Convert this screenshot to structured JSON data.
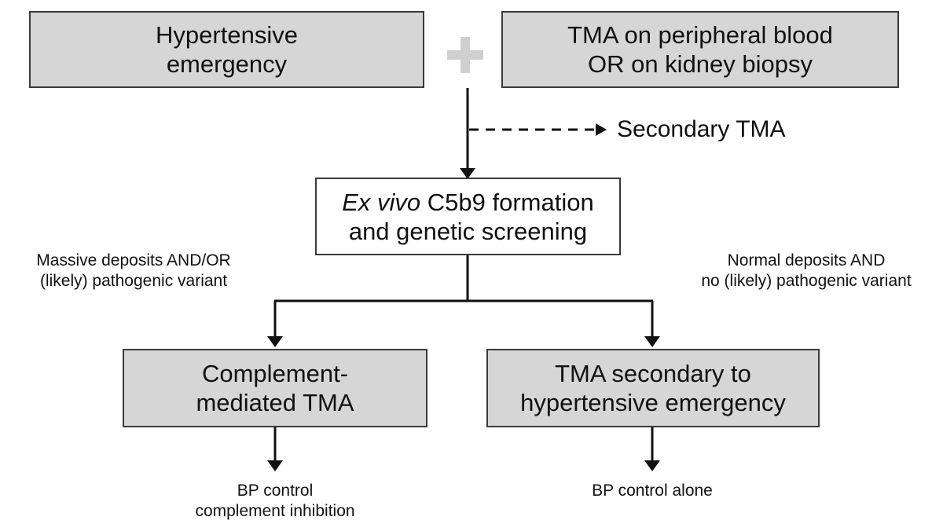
{
  "boxes": {
    "hypertensive_emergency": [
      "Hypertensive",
      "emergency"
    ],
    "tma_blood_biopsy": [
      "TMA on peripheral blood",
      "OR on kidney biopsy"
    ],
    "ex_vivo": {
      "italic": "Ex vivo",
      "rest_line1": " C5b9 formation",
      "line2": "and genetic screening"
    },
    "complement_mediated": [
      "Complement-",
      "mediated TMA"
    ],
    "tma_secondary_hte": [
      "TMA secondary to",
      "hypertensive emergency"
    ]
  },
  "labels": {
    "secondary_tma": "Secondary TMA",
    "left_condition": [
      "Massive deposits AND/OR",
      "(likely) pathogenic variant"
    ],
    "right_condition": [
      "Normal deposits AND",
      "no (likely) pathogenic variant"
    ],
    "left_outcome": [
      "BP control",
      "complement inhibition"
    ],
    "right_outcome": "BP control alone"
  },
  "colors": {
    "box_fill": "#d6d6d6",
    "plus_sign": "#cfcfcf",
    "lines": "#111111"
  }
}
